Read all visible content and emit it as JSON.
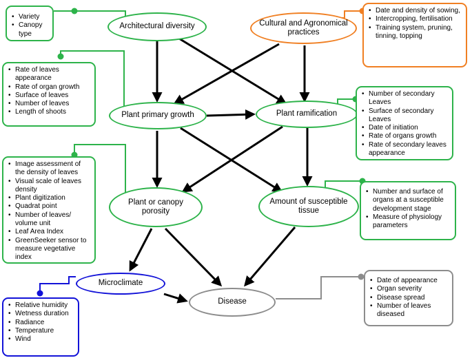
{
  "nodes": {
    "architectural_diversity": "Architectural diversity",
    "cultural_practices": "Cultural and Agronomical practices",
    "plant_primary_growth": "Plant primary growth",
    "plant_ramification": "Plant ramification",
    "canopy_porosity": "Plant or canopy porosity",
    "susceptible_tissue": "Amount of susceptible tissue",
    "microclimate": "Microclimate",
    "disease": "Disease"
  },
  "boxes": {
    "variety": [
      "Variety",
      "Canopy type"
    ],
    "practices": [
      "Date and density of sowing,",
      "Intercropping, fertilisation",
      "Training system, pruning, tinning, topping"
    ],
    "growth": [
      "Rate of leaves appearance",
      "Rate of organ growth",
      "Surface of leaves",
      "Number of leaves",
      "Length of shoots"
    ],
    "ramification": [
      "Number of secondary Leaves",
      "Surface of secondary Leaves",
      "Date of initiation",
      "Rate of organs growth",
      "Rate of secondary leaves appearance"
    ],
    "porosity": [
      "Image assessment of the density of leaves",
      "Visual scale of leaves density",
      "Plant digitization",
      "Quadrat point",
      "Number of leaves/ volume unit",
      "Leaf Area Index",
      "GreenSeeker sensor to measure vegetative index"
    ],
    "susceptible": [
      "Number and surface of organs at a susceptible development stage",
      "Measure of physiology parameters"
    ],
    "microclimate": [
      "Relative humidity",
      "Wetness duration",
      "Radiance",
      "Temperature",
      "Wind"
    ],
    "disease": [
      "Date of appearance",
      "Organ severity",
      "Disease spread",
      "Number of leaves diseased"
    ]
  },
  "colors": {
    "green": "#2db34a",
    "orange": "#f07f22",
    "blue": "#1212d8",
    "gray": "#8c8c8c",
    "arrow": "#000000"
  }
}
